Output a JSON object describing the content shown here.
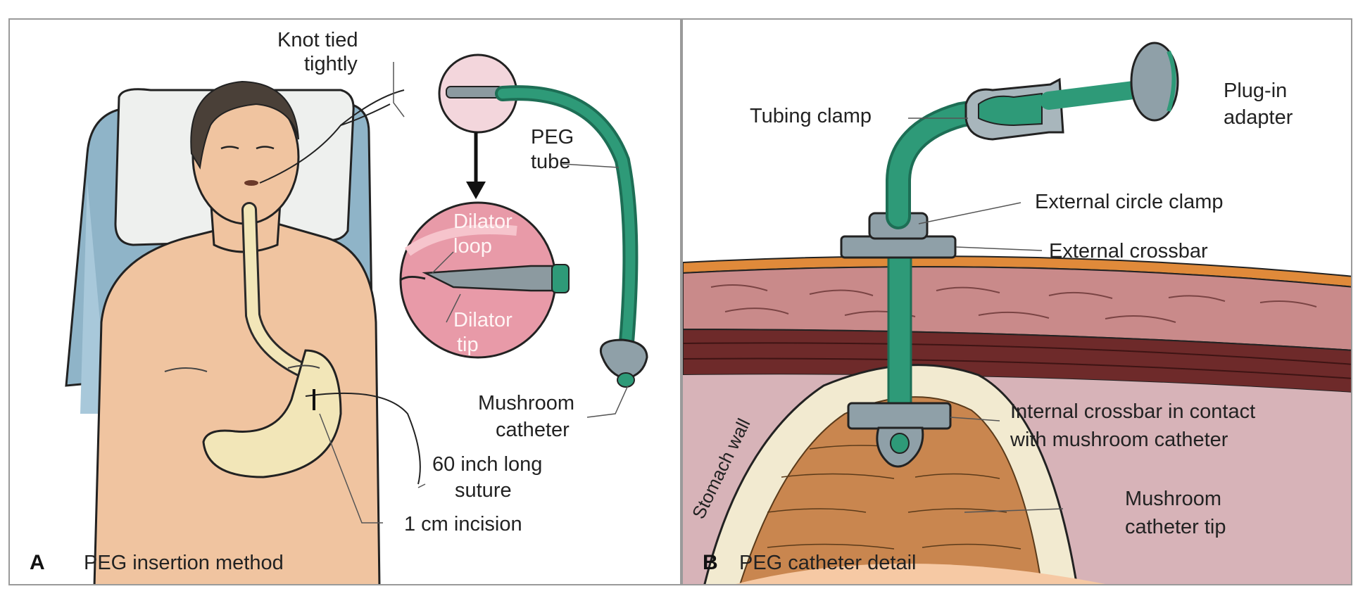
{
  "panel_a": {
    "letter": "A",
    "caption": "PEG insertion method",
    "labels": {
      "knot": [
        "Knot tied",
        "tightly"
      ],
      "peg_tube": [
        "PEG",
        "tube"
      ],
      "dilator_loop": [
        "Dilator",
        "loop"
      ],
      "dilator_tip": [
        "Dilator",
        "tip"
      ],
      "mushroom_catheter": [
        "Mushroom",
        "catheter"
      ],
      "suture": [
        "60 inch long",
        "suture"
      ],
      "incision": "1 cm incision"
    }
  },
  "panel_b": {
    "letter": "B",
    "caption": "PEG catheter detail",
    "labels": {
      "tubing_clamp": "Tubing clamp",
      "plug_in_adapter": [
        "Plug-in",
        "adapter"
      ],
      "external_circle_clamp": "External circle clamp",
      "external_crossbar": "External crossbar",
      "internal_crossbar": [
        "Internal crossbar in contact",
        "with mushroom catheter"
      ],
      "mushroom_catheter_tip": [
        "Mushroom",
        "catheter tip"
      ],
      "stomach_wall": "Stomach wall"
    }
  },
  "colors": {
    "tube_green": "#2e9a78",
    "tube_dark": "#1d6e55",
    "skin": "#f0c4a0",
    "chair_blue": "#8fb4c8",
    "stomach": "#f2e6b8",
    "muscle": "#6e2a2a",
    "fat": "#c98a8a",
    "magnifier_pink": "#e89aa8"
  }
}
